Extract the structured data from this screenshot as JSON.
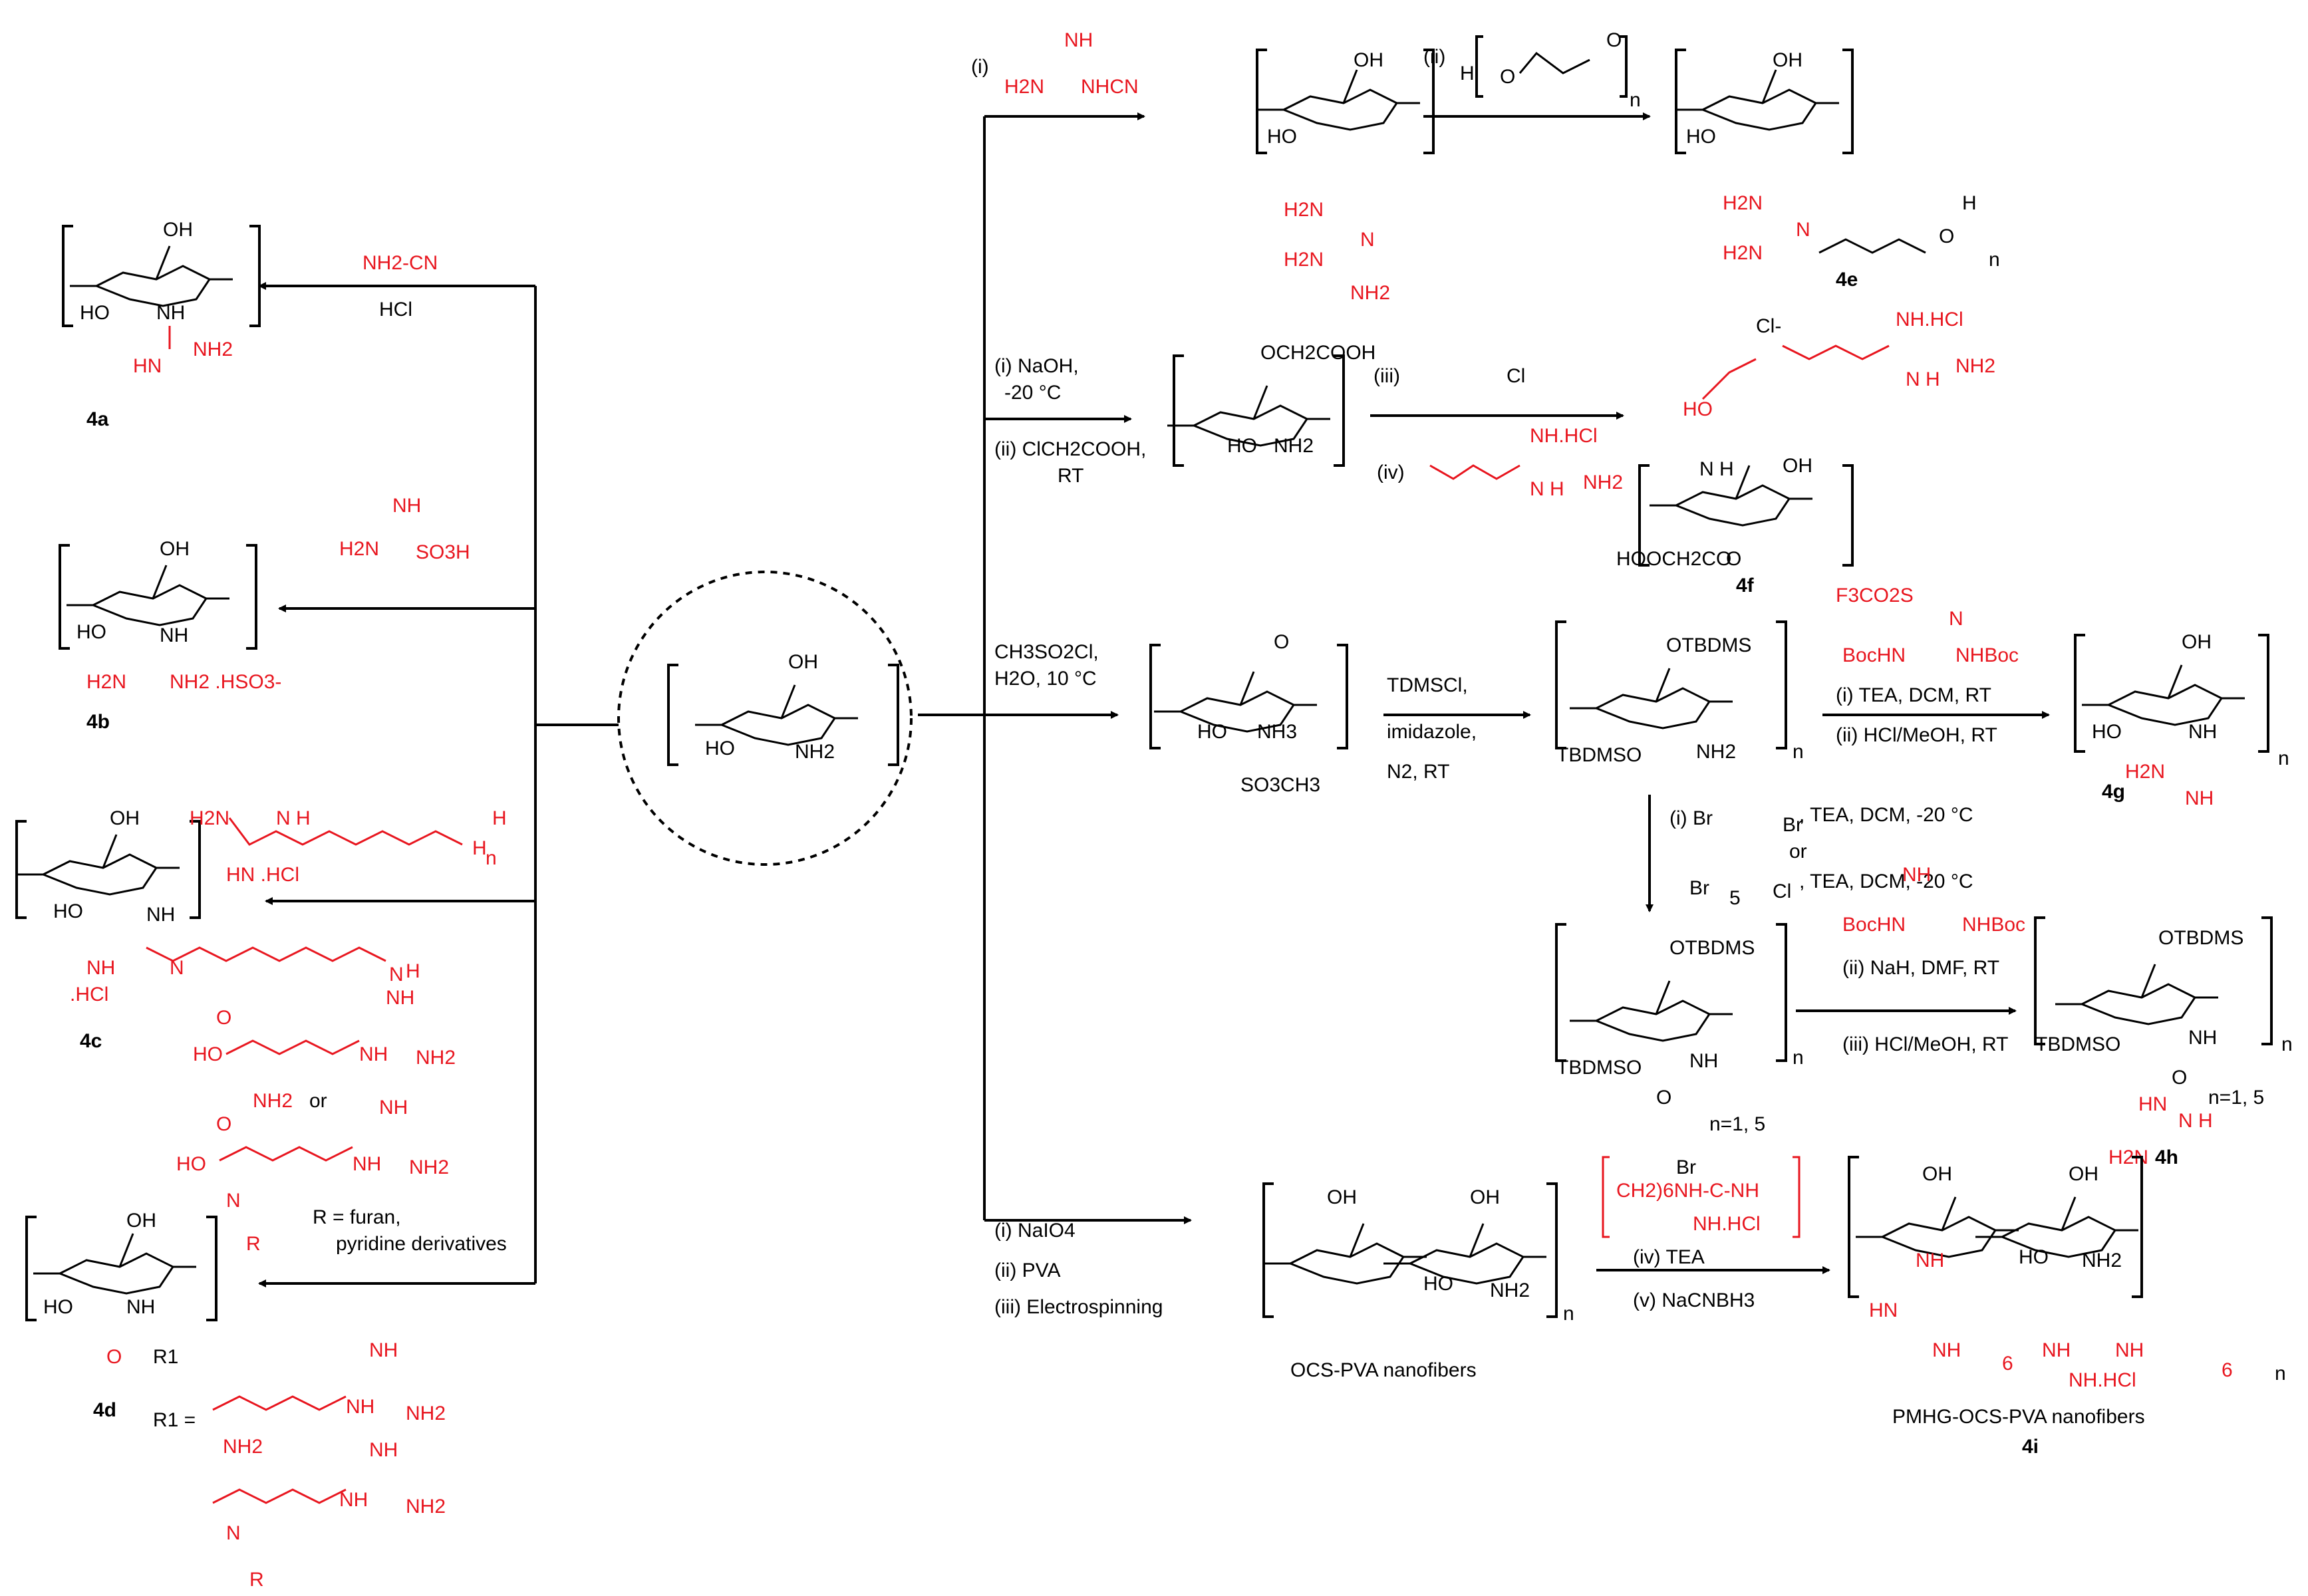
{
  "center": {
    "oh": "OH",
    "ho": "HO",
    "nh2": "NH2"
  },
  "ring_labels": {
    "oh": "OH",
    "ho": "HO",
    "nh": "NH",
    "n": "n",
    "o": "O"
  },
  "left": {
    "a": {
      "reagent": "NH2-CN",
      "cond": "HCl",
      "label": "4a",
      "sub1": "NH",
      "sub2": "NH2",
      "sub3": "HN"
    },
    "b": {
      "reagent1": "NH",
      "reagent2": "H2N",
      "reagent3": "SO3H",
      "label": "4b",
      "sub": "H2N",
      "sub2": "NH2 .HSO3-",
      "nh": "NH"
    },
    "c": {
      "top_h2n": "H2N",
      "top_nh": "N H",
      "top_hcl": "HN .HCl",
      "top_h": "H",
      "top_n": "n",
      "bot_nh": "NH",
      "bot_n": "N",
      "bot_hcl": ".HCl",
      "bot_h": "H",
      "label": "4c",
      "arg_hooc": "HO",
      "arg_o": "O",
      "arg_nh": "NH",
      "arg_nh2": "NH2",
      "arg_nh2b": "NH2",
      "or": "or",
      "hyb_o": "O",
      "hyb_ho": "HO",
      "hyb_n": "N",
      "hyb_r": "R",
      "hyb_nh": "NH",
      "hyb_nh2": "NH2",
      "hyb_nh_top": "NH",
      "r_def1": "R = furan,",
      "r_def2": "pyridine derivatives"
    },
    "d": {
      "label": "4d",
      "r1": "R1",
      "r1def": "R1 =",
      "nh2": "NH2",
      "nh": "NH",
      "nh2b": "NH2",
      "o": "O",
      "n": "N",
      "r": "R"
    }
  },
  "right": {
    "e": {
      "step1": "(i)",
      "reagent_nh": "NH",
      "reagent_h2n": "H2N",
      "reagent_nhcn": "NHCN",
      "step2": "(ii)",
      "h": "H",
      "o": "O",
      "label": "4e",
      "g_h2n": "H2N",
      "g_n": "N",
      "g_h2n2": "H2N",
      "g_nh2": "NH2",
      "n": "n"
    },
    "f": {
      "step1": "(i) NaOH,",
      "temp": "-20 °C",
      "step2": "(ii) ClCH2COOH,",
      "rt": "RT",
      "side": "OCH2COOH",
      "step3": "(iii)",
      "cl": "Cl",
      "step4": "(iv)",
      "nhcl": "NH.HCl",
      "nh": "N H",
      "nh2": "NH2",
      "label": "4f",
      "clminus": "Cl-",
      "hoocch": "HOOCH2CO",
      "ho": "HO",
      "nh_ring": "N H",
      "oh": "OH"
    },
    "g": {
      "step1": "CH3SO2Cl,",
      "cond1": "H2O, 10 °C",
      "nh3": "NH3",
      "so3": "SO3CH3",
      "step2": "TDMSCl,",
      "cond2a": "imidazole,",
      "cond2b": "N2, RT",
      "otbdms": "OTBDMS",
      "tbdmso": "TBDMSO",
      "reagent_top": "F3CO2S",
      "reagent_n": "N",
      "reagent_bochn": "BocHN",
      "reagent_nhboc": "NHBoc",
      "cond3a": "(i) TEA, DCM, RT",
      "cond3b": "(ii) HCl/MeOH, RT",
      "label": "4g",
      "g_hn": "H2N",
      "g_nh": "NH"
    },
    "h": {
      "cond1a": "(i) Br",
      "cond1b": "Br",
      "cond1c": ", TEA, DCM, -20 °C",
      "or": "or",
      "cond2a": "Br",
      "cond2b": "Cl",
      "cond2c": ", TEA, DCM, -20 °C",
      "sub5": "5",
      "reagent_nh": "NH",
      "reagent_bochn": "BocHN",
      "reagent_nhboc": "NHBoc",
      "cond3": "(ii) NaH, DMF, RT",
      "cond4": "(iii) HCl/MeOH, RT",
      "n15": "n=1, 5",
      "br": "Br",
      "nh": "NH",
      "o": "O",
      "label": "4h",
      "g_hn": "HN",
      "g_h2n": "H2N",
      "g_nh": "N H"
    },
    "i": {
      "step1": "(i) NaIO4",
      "step2": "(ii) PVA",
      "step3": "(iii) Electrospinning",
      "ocs_label": "OCS-PVA nanofibers",
      "polymer": "CH2)6NH-C-NH",
      "polymer_hcl": "NH.HCl",
      "step4": "(iv) TEA",
      "step5": "(v) NaCNBH3",
      "product_label": "PMHG-OCS-PVA  nanofibers",
      "label": "4i",
      "hn": "HN",
      "nh": "NH",
      "nh2": "NH2",
      "hcl": "NH.HCl",
      "six": "6"
    }
  },
  "colors": {
    "accent_red": "#e8161f",
    "ink": "#000000"
  }
}
